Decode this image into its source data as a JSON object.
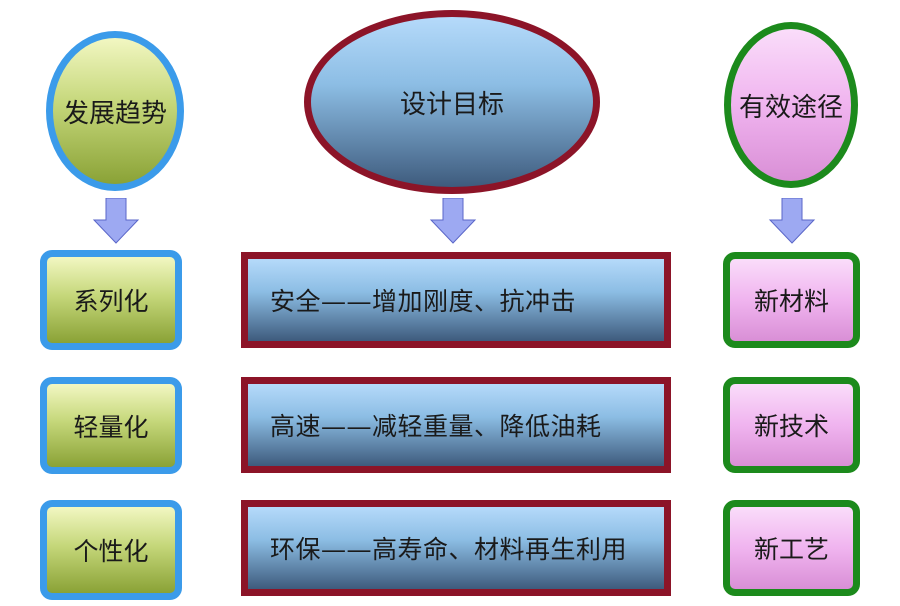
{
  "columns": [
    {
      "header": "发展趋势",
      "items": [
        "系列化",
        "轻量化",
        "个性化"
      ]
    },
    {
      "header": "设计目标",
      "items": [
        "安全——增加刚度、抗冲击",
        "高速——减轻重量、降低油耗",
        "环保——高寿命、材料再生利用"
      ]
    },
    {
      "header": "有效途径",
      "items": [
        "新材料",
        "新技术",
        "新工艺"
      ]
    }
  ],
  "colors": {
    "col1_border": "#3b9bea",
    "col2_border": "#8c1428",
    "col3_border": "#1c8a1c",
    "arrow_fill": "#9da9f2"
  }
}
